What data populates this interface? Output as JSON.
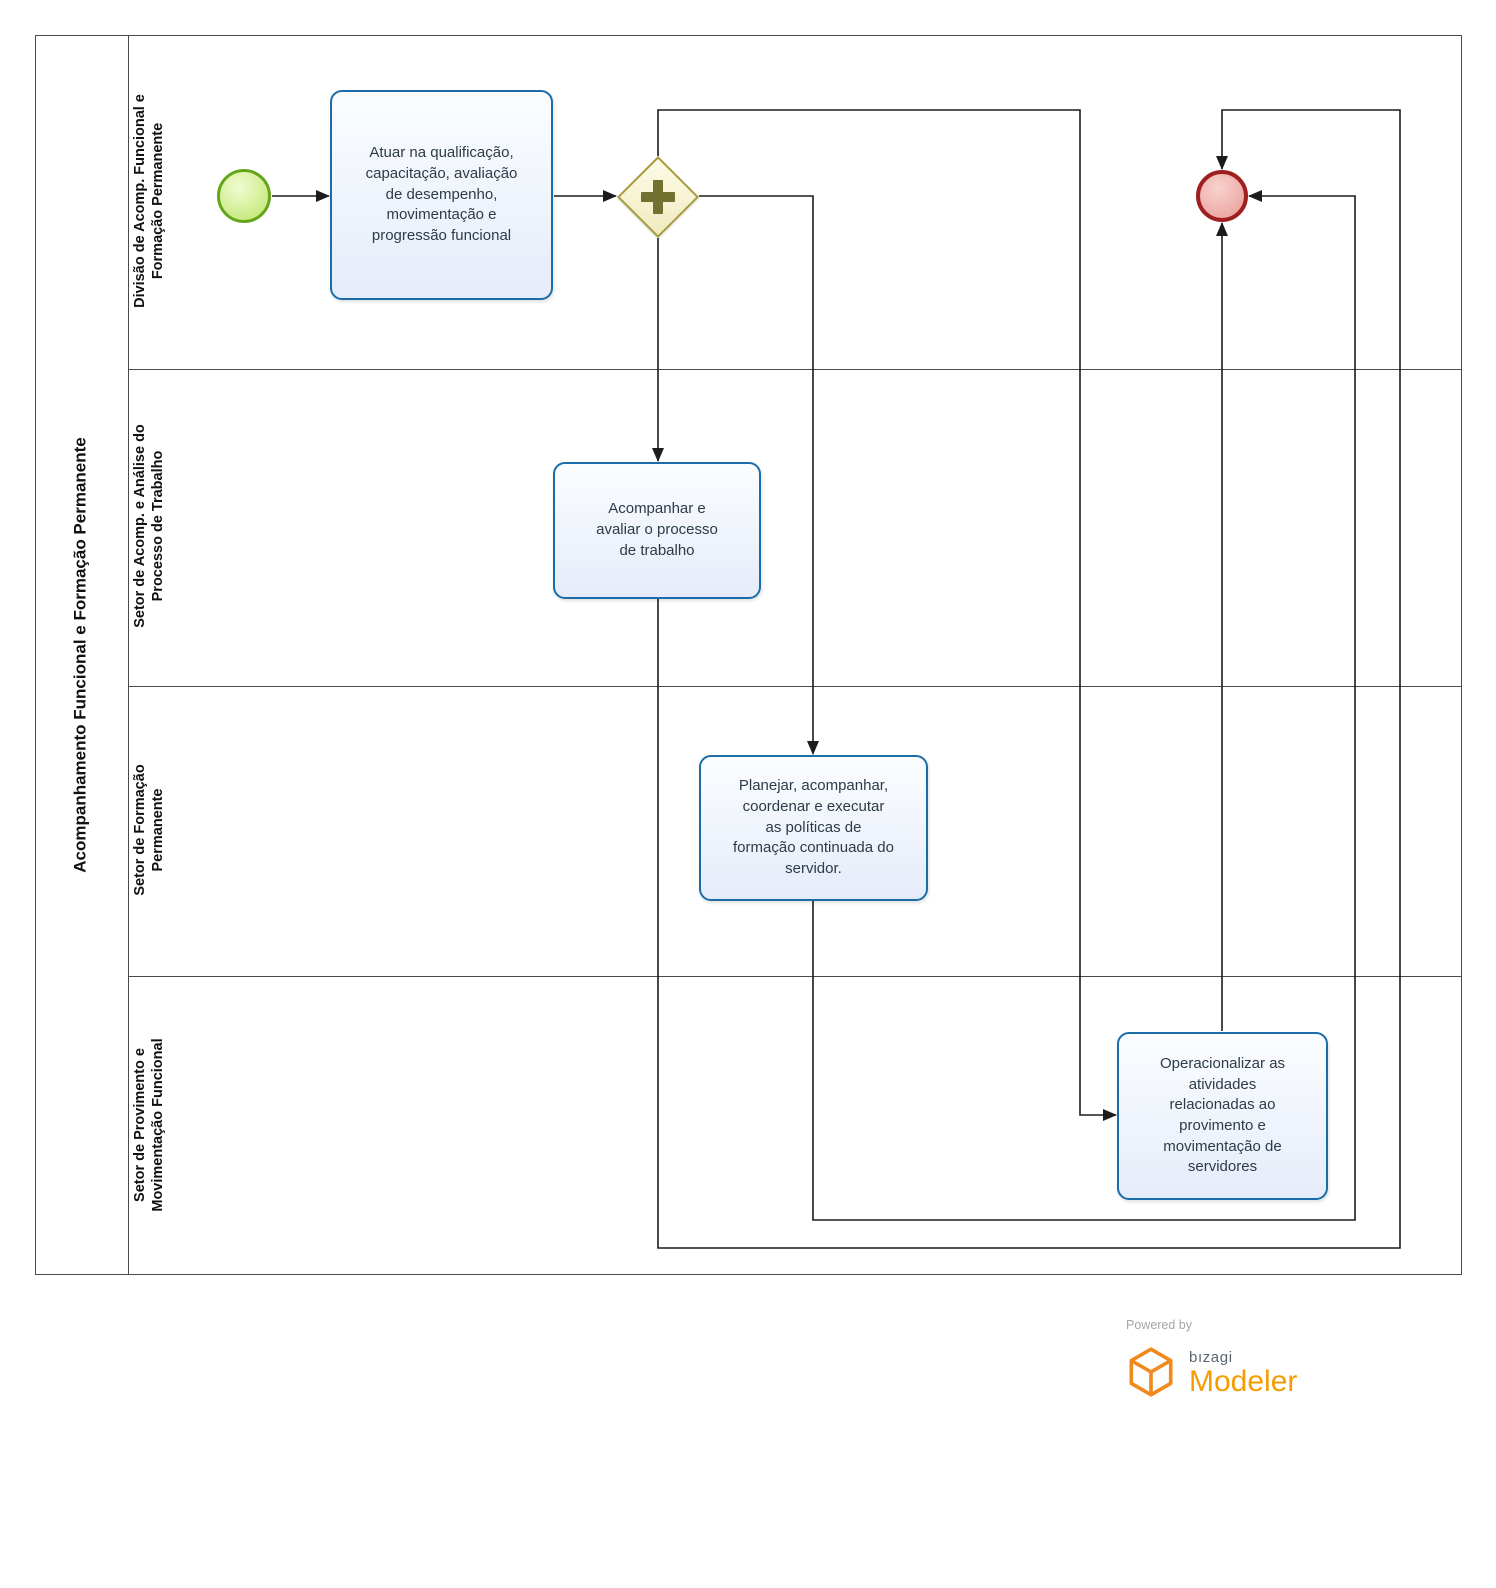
{
  "pool": {
    "title": "Acompanhamento Funcional e Formação Permanente",
    "lanes": [
      {
        "label": "Divisão de Acomp. Funcional e Formação Permanente"
      },
      {
        "label": "Setor de Acomp. e Análise do Processo de Trabalho"
      },
      {
        "label": "Setor de Formação Permanente"
      },
      {
        "label": "Setor de Provimento e Movimentação Funcional"
      }
    ]
  },
  "nodes": {
    "start_event": {
      "type": "start-event"
    },
    "task_atuar": {
      "label": "Atuar na qualificação, capacitação, avaliação de desempenho, movimentação e progressão funcional"
    },
    "gateway_parallel": {
      "type": "parallel-gateway"
    },
    "task_acompanhar": {
      "label": "Acompanhar e avaliar o processo de trabalho"
    },
    "task_planejar": {
      "label": "Planejar, acompanhar, coordenar e executar as políticas de formação continuada do servidor."
    },
    "task_operacionalizar": {
      "label": "Operacionalizar as atividades relacionadas ao provimento e movimentação de servidores"
    },
    "end_event": {
      "type": "end-event"
    }
  },
  "colors": {
    "task_border": "#1b6ca8",
    "task_fill": "#e8eef9",
    "gateway_border": "#a79b3c",
    "gateway_fill": "#f6f1cd",
    "gateway_plus": "#72712f",
    "start_border": "#65a51a",
    "start_fill": "#cdea8a",
    "end_border": "#9e1f1f",
    "end_fill": "#eeaca7",
    "flow": "#1c1c1c",
    "brand_orange": "#f59d00"
  },
  "branding": {
    "powered_by": "Powered by",
    "brand": "bızagi",
    "product": "Modeler"
  }
}
